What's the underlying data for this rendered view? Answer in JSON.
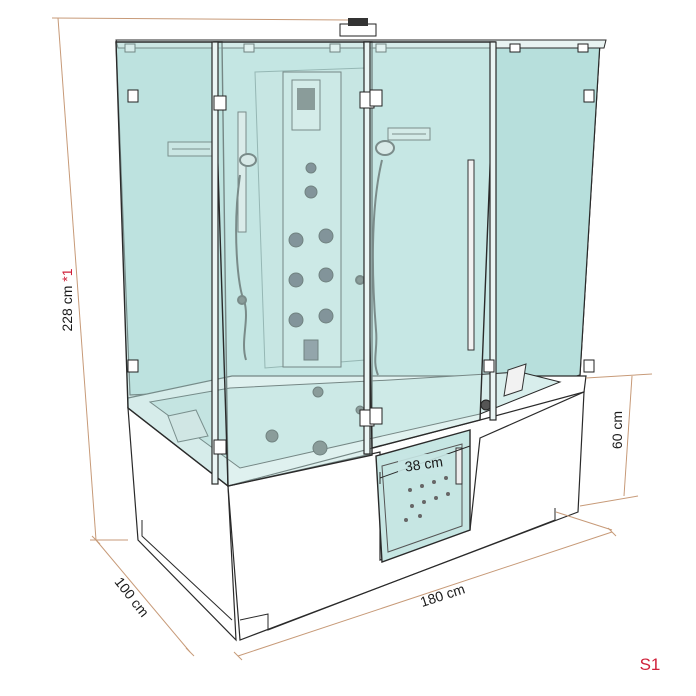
{
  "dimensions": {
    "height": "228 cm",
    "height_note": "*1",
    "depth": "100 cm",
    "width": "180 cm",
    "tub_height": "60 cm",
    "door_width": "38 cm"
  },
  "model_code": "S1",
  "colors": {
    "glass": "#bfe3e1",
    "glass_light": "#d6efed",
    "outline": "#2a2a2a",
    "dimension_line": "#c79a78",
    "accent_red": "#d0203a",
    "tub": "#ffffff"
  }
}
